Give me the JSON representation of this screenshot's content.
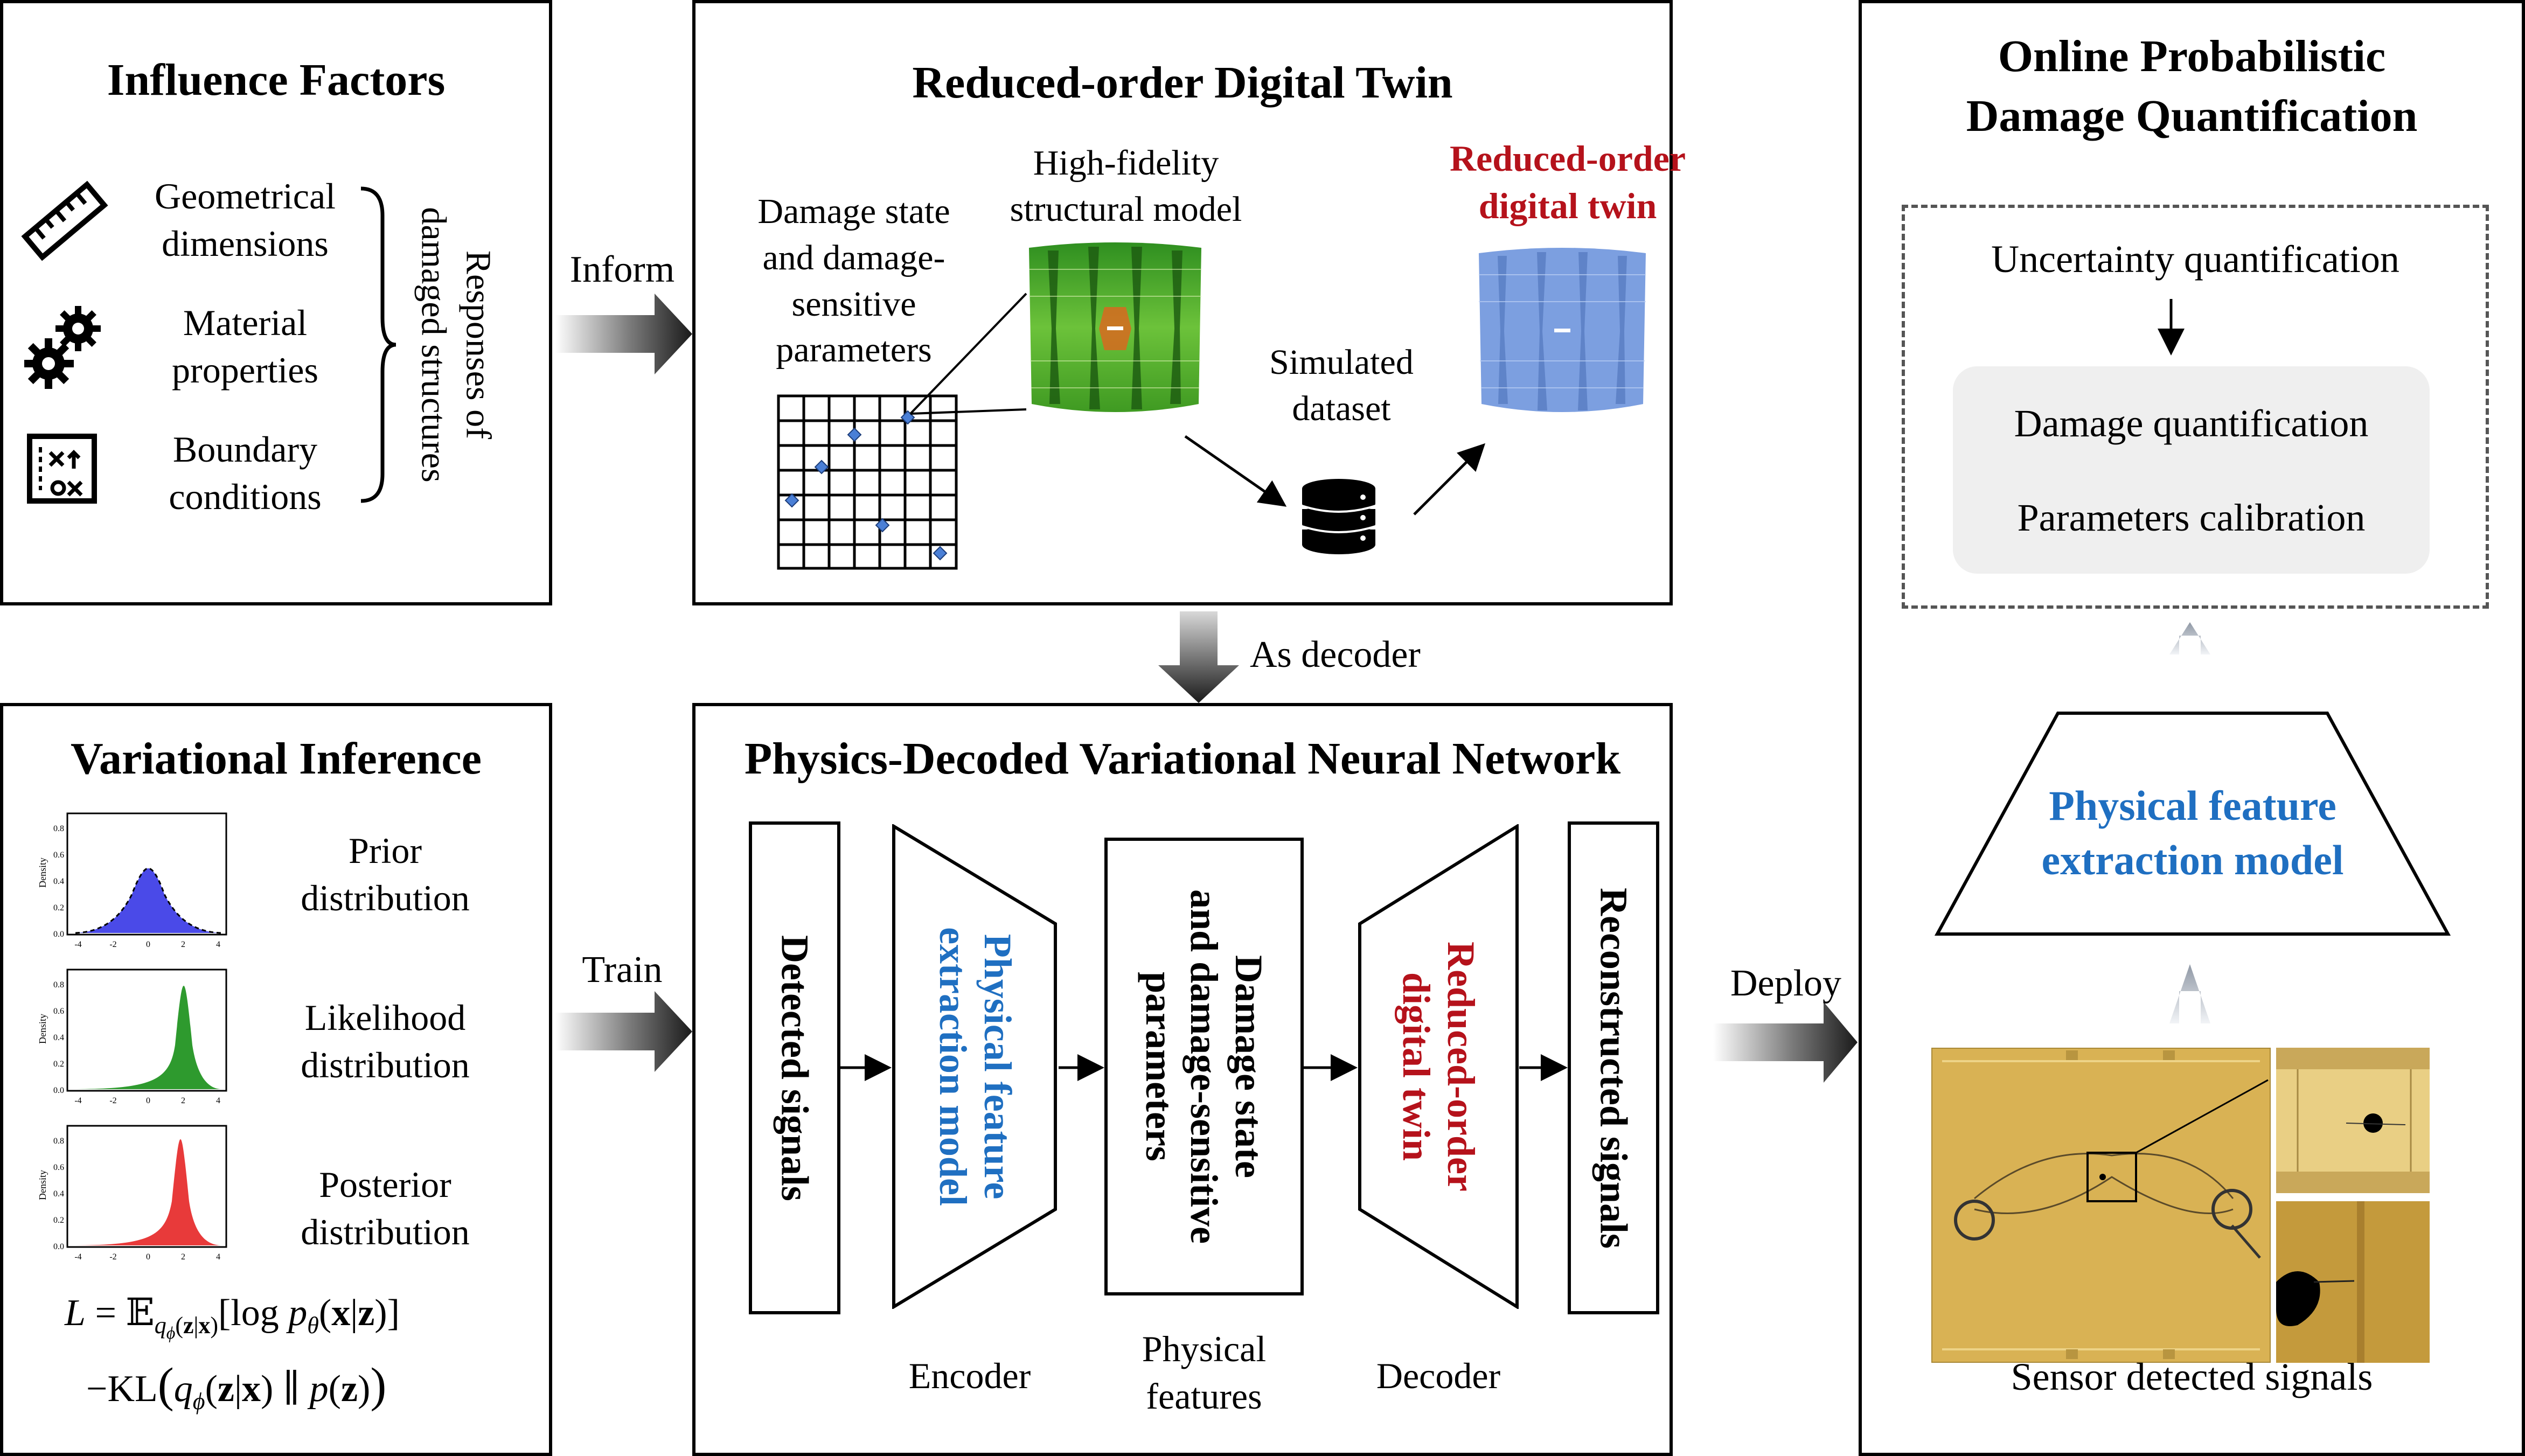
{
  "panels": {
    "influence": {
      "title": "Influence Factors",
      "items": [
        {
          "line1": "Geometrical",
          "line2": "dimensions",
          "icon": "ruler-icon"
        },
        {
          "line1": "Material",
          "line2": "properties",
          "icon": "gears-icon"
        },
        {
          "line1": "Boundary",
          "line2": "conditions",
          "icon": "plan-icon"
        }
      ],
      "brace_label_1": "Responses of",
      "brace_label_2": "damaged structures"
    },
    "digital_twin": {
      "title": "Reduced-order Digital Twin",
      "damage_label": [
        "Damage state",
        "and damage-",
        "sensitive",
        "parameters"
      ],
      "hf_label": [
        "High-fidelity",
        "structural model"
      ],
      "simulated_label": [
        "Simulated",
        "dataset"
      ],
      "rodt_label": [
        "Reduced-order",
        "digital twin"
      ]
    },
    "variational": {
      "title": "Variational Inference",
      "distributions": [
        {
          "line1": "Prior",
          "line2": "distribution",
          "color": "#4a4ae8"
        },
        {
          "line1": "Likelihood",
          "line2": "distribution",
          "color": "#2e9a2e"
        },
        {
          "line1": "Posterior",
          "line2": "distribution",
          "color": "#e83a3a"
        }
      ],
      "axis_ticks": [
        "-4",
        "-2",
        "0",
        "2",
        "4"
      ],
      "y_label": "Density",
      "y_ticks": [
        "0.0",
        "0.2",
        "0.4",
        "0.6",
        "0.8"
      ]
    },
    "pdvnn": {
      "title": "Physics-Decoded Variational Neural Network",
      "detected": "Detected signals",
      "encoder_block": [
        "Physical feature",
        "extraction model"
      ],
      "physical_block": [
        "Damage state",
        "and damage-sensitive",
        "parameters"
      ],
      "decoder_block": [
        "Reduced-order",
        "digital twin"
      ],
      "reconstructed": "Reconstructed signals",
      "encoder_label": "Encoder",
      "physical_features_label": [
        "Physical",
        "features"
      ],
      "decoder_label": "Decoder"
    },
    "online": {
      "title_line1": "Online Probabilistic",
      "title_line2": "Damage Quantification",
      "uq": "Uncertainty quantification",
      "dq": "Damage quantification",
      "pc": "Parameters calibration",
      "pfem": [
        "Physical feature",
        "extraction model"
      ],
      "sensor": "Sensor detected signals"
    }
  },
  "arrows": {
    "inform": "Inform",
    "as_decoder": "As decoder",
    "train": "Train",
    "deploy": "Deploy"
  },
  "colors": {
    "blue": "#1f6fc1",
    "red": "#b5121b",
    "hf_green": "#4aa832",
    "rodt_blue": "#7c9fe0",
    "panel_gray": "#efefef",
    "photo_yellow": "#d9b254"
  }
}
